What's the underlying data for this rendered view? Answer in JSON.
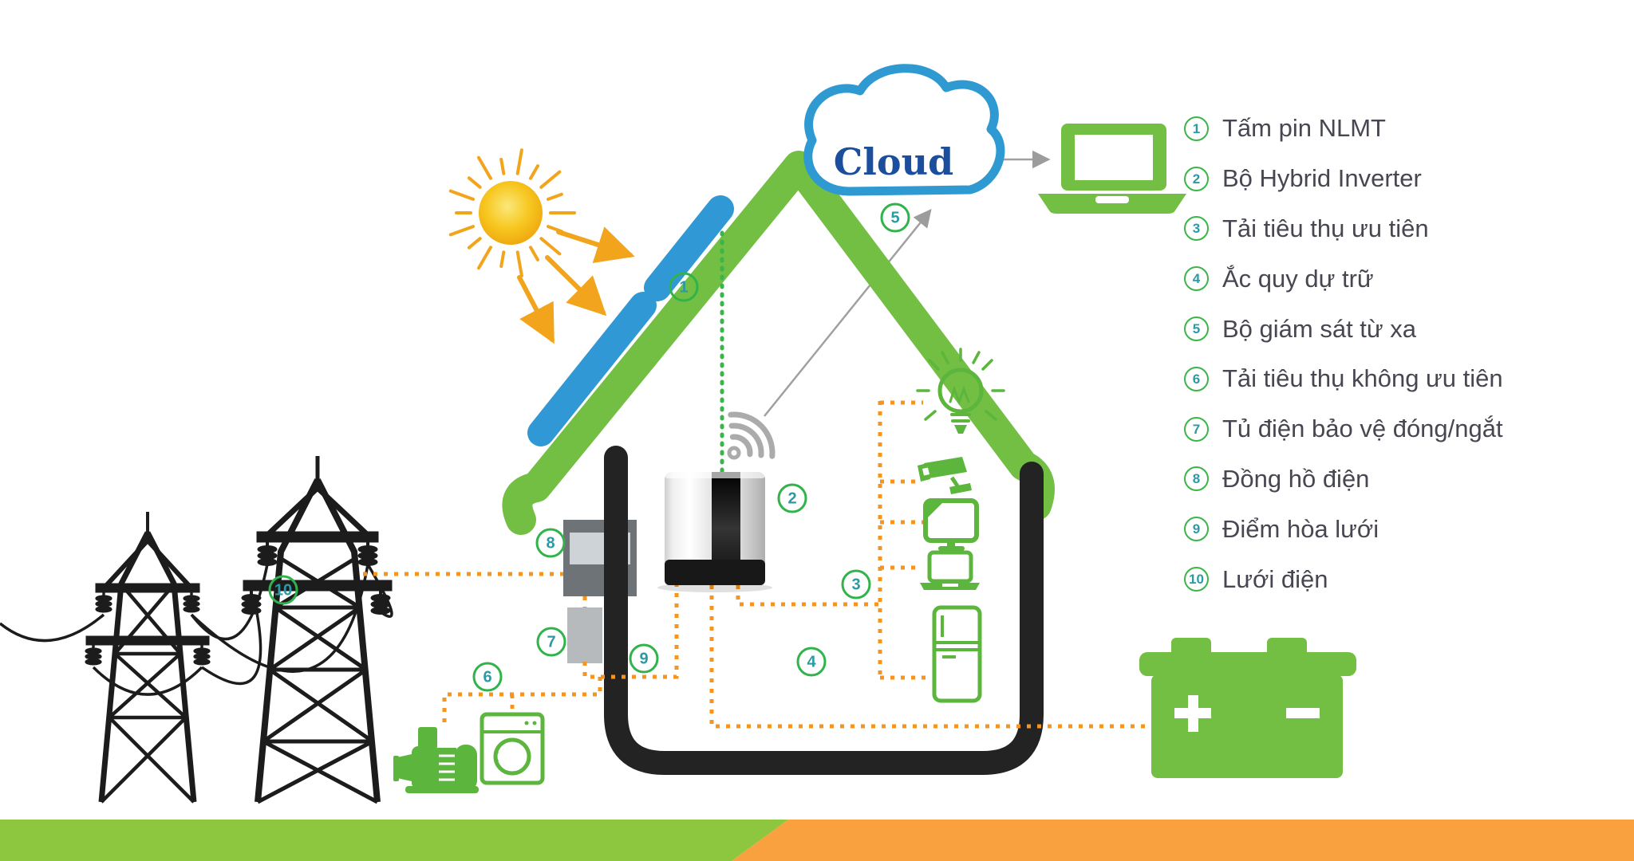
{
  "cloud": {
    "label": "Cloud"
  },
  "markers": {
    "m1": "1",
    "m2": "2",
    "m3": "3",
    "m4": "4",
    "m5": "5",
    "m6": "6",
    "m7": "7",
    "m8": "8",
    "m9": "9",
    "m10": "10"
  },
  "legend": {
    "items": [
      {
        "num": "1",
        "label": "Tấm pin NLMT"
      },
      {
        "num": "2",
        "label": "Bộ Hybrid Inverter"
      },
      {
        "num": "3",
        "label": "Tải tiêu thụ ưu tiên"
      },
      {
        "num": "4",
        "label": "Ắc quy dự trữ"
      },
      {
        "num": "5",
        "label": "Bộ giám sát từ xa"
      },
      {
        "num": "6",
        "label": "Tải tiêu thụ không ưu tiên"
      },
      {
        "num": "7",
        "label": "Tủ điện bảo vệ đóng/ngắt"
      },
      {
        "num": "8",
        "label": "Đồng hồ điện"
      },
      {
        "num": "9",
        "label": "Điểm hòa lưới"
      },
      {
        "num": "10",
        "label": "Lưới điện"
      }
    ]
  },
  "icons": {
    "sun": "sun-icon",
    "cloud": "cloud-icon",
    "wifi": "wifi-icon",
    "monitor_laptop": "laptop-icon",
    "bulb": "bulb-icon",
    "camera": "cctv-camera-icon",
    "tv": "tv-icon",
    "laptop_load": "laptop-load-icon",
    "fridge": "fridge-icon",
    "battery": "battery-icon",
    "pump": "water-pump-icon",
    "washer": "washing-machine-icon",
    "grid": "power-tower-icon",
    "inverter": "hybrid-inverter"
  },
  "colors": {
    "brand_green": "#72bf44",
    "icon_green": "#5cb53c",
    "panel_blue": "#3098d4",
    "wire_orange": "#f7941d",
    "pv_dotted_green": "#3bb54a",
    "cloud_outline_blue": "#2f9ad1",
    "cloud_text_blue": "#1b4f9e",
    "legend_text": "#474752",
    "number_teal": "#2a9aa5",
    "stripe_green": "#8dc63f",
    "stripe_orange": "#f8a13e",
    "sun_yellow": "#f7c61e"
  }
}
